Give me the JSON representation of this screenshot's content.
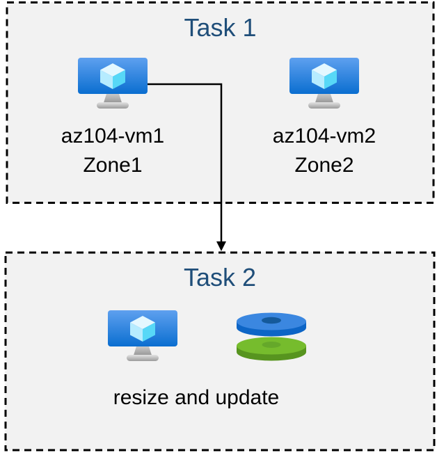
{
  "colors": {
    "page_bg": "#ffffff",
    "box_bg": "#f2f2f2",
    "box_border": "#000000",
    "title_text": "#1f4e79",
    "label_text": "#000000",
    "arrow": "#000000",
    "vm_screen_top": "#5ea0ef",
    "vm_screen_bottom": "#0a6ed0",
    "disk_blue_top": "#3b87e0",
    "disk_blue_side": "#0d65c6",
    "disk_blue_hole": "#155a9b",
    "disk_green_top": "#76bc2d",
    "disk_green_side": "#57941f",
    "disk_green_hole": "#65a82a"
  },
  "task1": {
    "title": "Task 1",
    "vms": [
      {
        "name": "az104-vm1",
        "zone": "Zone1"
      },
      {
        "name": "az104-vm2",
        "zone": "Zone2"
      }
    ]
  },
  "task2": {
    "title": "Task 2",
    "caption": "resize and update"
  },
  "icons": {
    "vm": "azure-virtual-machine-icon",
    "disks": "azure-disks-stack-icon"
  }
}
